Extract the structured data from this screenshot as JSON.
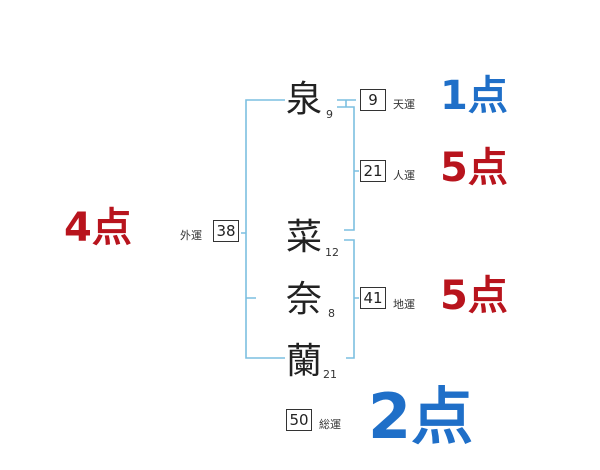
{
  "colors": {
    "bracket": "#7cbfe0",
    "good": "#1f6fc8",
    "bad": "#b8141d"
  },
  "name": {
    "characters": [
      {
        "char": "泉",
        "strokes": "9"
      },
      {
        "char": "菜",
        "strokes": "12"
      },
      {
        "char": "奈",
        "strokes": "8"
      },
      {
        "char": "蘭",
        "strokes": "21"
      }
    ]
  },
  "fortunes": {
    "tenkaku": {
      "label": "天運",
      "value": "9",
      "score": "1点"
    },
    "jinkaku": {
      "label": "人運",
      "value": "21",
      "score": "5点"
    },
    "chikaku": {
      "label": "地運",
      "value": "41",
      "score": "5点"
    },
    "gaikaku": {
      "label": "外運",
      "value": "38",
      "score": "4点"
    },
    "soukaku": {
      "label": "総運",
      "value": "50",
      "score": "2点"
    }
  }
}
